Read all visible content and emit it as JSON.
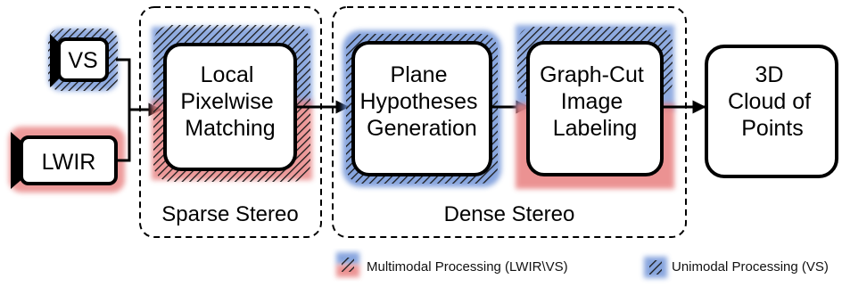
{
  "nodes": {
    "vs": "VS",
    "lwir": "LWIR",
    "local_matching": [
      "Local",
      "Pixelwise",
      "Matching"
    ],
    "plane_hypotheses": [
      "Plane",
      "Hypotheses",
      "Generation"
    ],
    "graph_cut": [
      "Graph-Cut",
      "Image",
      "Labeling"
    ],
    "cloud_points": [
      "3D",
      "Cloud of",
      "Points"
    ]
  },
  "groups": {
    "sparse_stereo": "Sparse Stereo",
    "dense_stereo": "Dense Stereo"
  },
  "legend": {
    "multimodal": "Multimodal Processing (LWIR\\VS)",
    "unimodal": "Unimodal Processing (VS)"
  },
  "colors": {
    "blue_glow": "#6b8fd6",
    "red_glow": "#e88080",
    "hatch": "#1a1a1a",
    "stroke": "#000000"
  }
}
